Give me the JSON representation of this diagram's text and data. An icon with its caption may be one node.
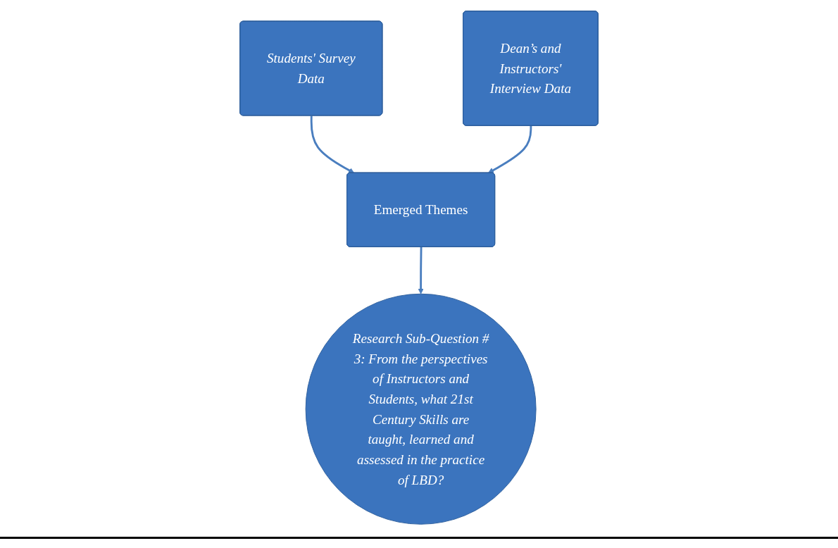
{
  "diagram": {
    "nodes": [
      {
        "text": [
          "Students' Survey Data"
        ]
      },
      {
        "text": [
          "Emerged Themes"
        ]
      },
      {
        "text": [
          "Dean’s and Instructors' Interview Data"
        ]
      },
      {
        "text": [
          "Research Sub-Question # 3: From the perspectives of Instructors and Students, what 21st Century Skills are taught, learned and assessed in the practice of LBD?"
        ]
      }
    ],
    "edges": [
      {
        "from": 0,
        "to": 1,
        "arrow": "to"
      },
      {
        "from": 2,
        "to": 1,
        "arrow": "to"
      },
      {
        "from": 1,
        "to": 3,
        "arrow": "to"
      }
    ]
  }
}
